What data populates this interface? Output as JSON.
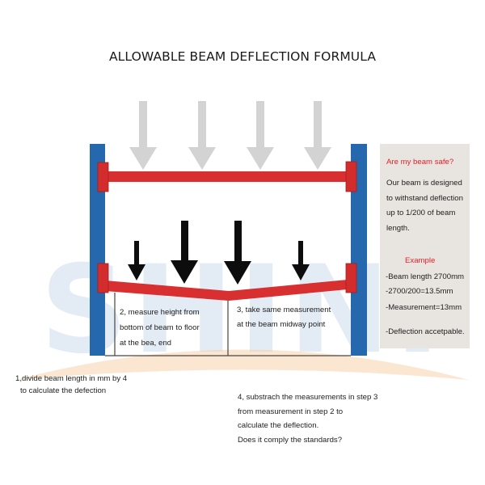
{
  "title": "ALLOWABLE BEAM  DEFLECTION FORMULA",
  "watermark": "SHINI",
  "colors": {
    "column": "#2668ae",
    "beam": "#d83030",
    "grey_arrow": "#d3d3d3",
    "black_arrow": "#0d0d0d",
    "panel_bg": "#e8e4df",
    "accent_red": "#e4232b"
  },
  "diagram": {
    "top_beam_state": "unloaded",
    "bottom_beam_state": "deflected",
    "grey_arrow_count": 4,
    "black_arrow_count": 4
  },
  "steps": {
    "step1": [
      "1,divide beam length in mm by 4",
      "to calculate the defection"
    ],
    "step2": [
      "2, measure height from",
      "bottom of beam to floor",
      "at the bea, end"
    ],
    "step3": [
      "3, take same measurement",
      "at the beam midway point"
    ],
    "step4": [
      "4, substrach the measurements in step 3",
      "from measurement in step 2 to",
      "calculate the deflection.",
      "Does it comply the standards?"
    ]
  },
  "info_panel": {
    "heading": "Are my beam safe?",
    "body": [
      "Our beam is designed",
      "to withstand deflection",
      "up to 1/200 of beam",
      "length."
    ],
    "example_heading": "Example",
    "example_lines": [
      "-Beam length 2700mm",
      "-2700/200=13.5mm",
      "-Measurement=13mm"
    ],
    "conclusion": "-Deflection accetpable."
  }
}
